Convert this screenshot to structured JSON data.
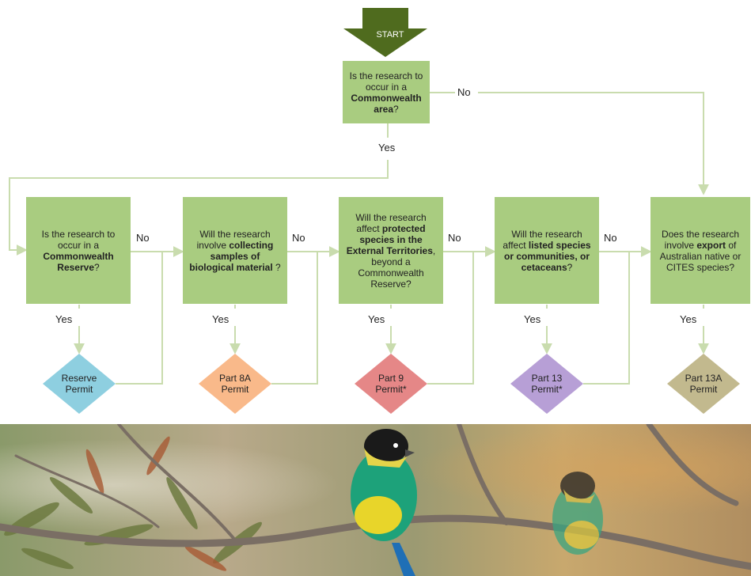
{
  "start": {
    "label": "START"
  },
  "q0": {
    "pre": "Is the research to occur in a ",
    "bold": "Commonwealth area",
    "post": "?"
  },
  "labels": {
    "no": "No",
    "yes": "Yes"
  },
  "questions": [
    {
      "pre": "Is the research to occur in a ",
      "bold": "Commonwealth Reserve",
      "post": "?"
    },
    {
      "pre": "Will the research involve ",
      "bold": "collecting samples of biological material",
      "post": " ?"
    },
    {
      "pre": "Will the research affect ",
      "bold": "protected species in the External Territories",
      "post": ", beyond a Commonwealth Reserve?"
    },
    {
      "pre": "Will the research affect ",
      "bold": "listed species or communities, or cetaceans",
      "post": "?"
    },
    {
      "pre": "Does the research involve ",
      "bold": "export",
      "post": " of Australian native or CITES species?"
    }
  ],
  "permits": [
    {
      "line1": "Reserve",
      "line2": "Permit",
      "color": "#8ecfe0"
    },
    {
      "line1": "Part 8A",
      "line2": "Permit",
      "color": "#f9b98a"
    },
    {
      "line1": "Part 9",
      "line2": "Permit*",
      "color": "#e58787"
    },
    {
      "line1": "Part 13",
      "line2": "Permit*",
      "color": "#b79fd6"
    },
    {
      "line1": "Part 13A",
      "line2": "Permit",
      "color": "#c2b98e"
    }
  ],
  "colors": {
    "box": "#a9cc80",
    "line": "#c9dcae",
    "start_arrow": "#4f6b1e"
  }
}
